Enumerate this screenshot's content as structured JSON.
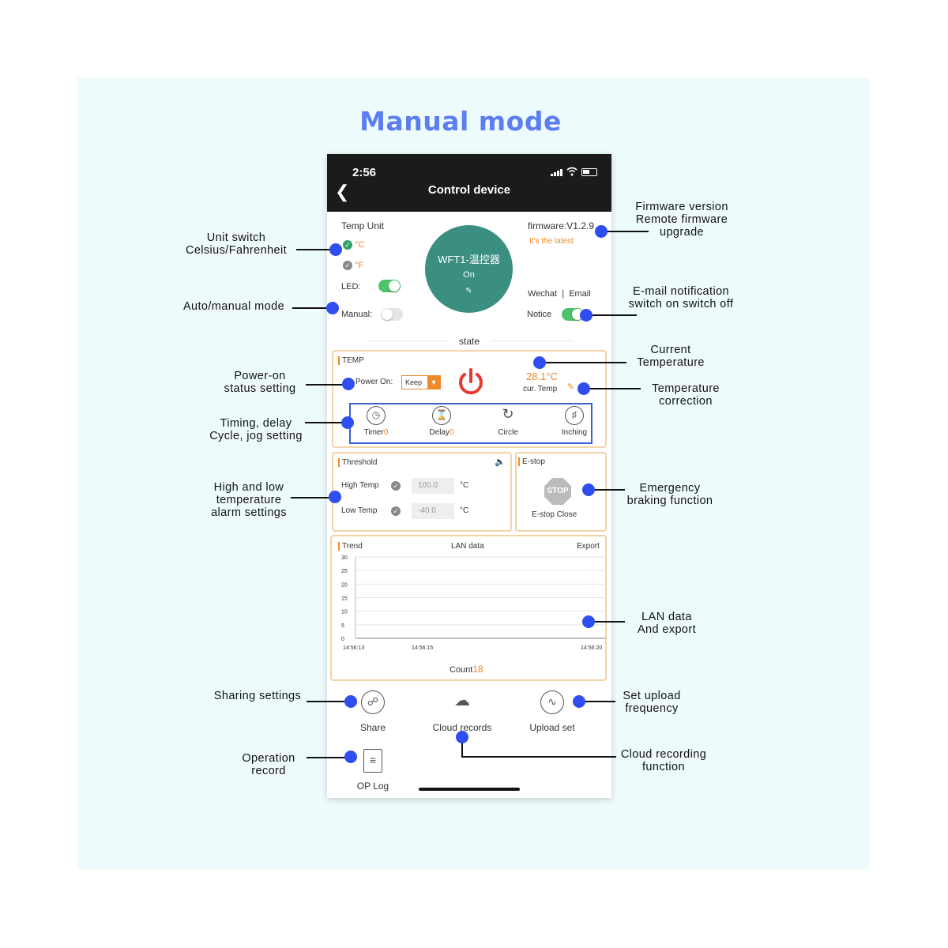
{
  "title": "Manual mode",
  "status_bar": {
    "time": "2:56"
  },
  "nav": {
    "title": "Control device"
  },
  "settings": {
    "temp_unit_label": "Temp Unit",
    "celsius": "°C",
    "fahrenheit": "°F",
    "led_label": "LED:",
    "led_on": true,
    "manual_label": "Manual:",
    "manual_on": false,
    "firmware": "firmware:V1.2.9",
    "firmware_status": "It's the latest",
    "wechat": "Wechat",
    "email": "Email",
    "notice_label": "Notice",
    "notice_on": true
  },
  "device": {
    "name": "WFT1-温控器",
    "state": "On",
    "state_label": "state"
  },
  "temp_panel": {
    "label": "TEMP",
    "power_on_label": "Power On:",
    "power_on_value": "Keep",
    "current_temp": "28.1°C",
    "cur_temp_label": "cur. Temp",
    "modes": [
      {
        "label": "Timer",
        "count": "0"
      },
      {
        "label": "Delay",
        "count": "0"
      },
      {
        "label": "Circle",
        "count": ""
      },
      {
        "label": "Inching",
        "count": ""
      }
    ]
  },
  "threshold": {
    "label": "Threshold",
    "high_label": "High Temp",
    "high_value": "100.0",
    "low_label": "Low  Temp",
    "low_value": "-40.0",
    "unit": "°C"
  },
  "estop": {
    "label": "E-stop",
    "sign": "STOP",
    "status": "E-stop Close"
  },
  "trend": {
    "label": "Trend",
    "center": "LAN data",
    "export": "Export",
    "count_label": "Count",
    "count_value": "18"
  },
  "chart_data": {
    "type": "line",
    "yticks": [
      "30",
      "25",
      "20",
      "15",
      "10",
      "5",
      "0"
    ],
    "xticks": [
      "14:56:13",
      "14:56:15",
      "14:56:20"
    ],
    "ylim": [
      0,
      30
    ],
    "grid": true,
    "series": [
      {
        "values": [
          0,
          0,
          0
        ]
      }
    ]
  },
  "bottom": {
    "share": "Share",
    "cloud": "Cloud records",
    "upload": "Upload set",
    "oplog": "OP Log"
  },
  "annotations": {
    "unit_switch": [
      "Unit switch",
      "Celsius/Fahrenheit"
    ],
    "auto_manual": [
      "Auto/manual mode"
    ],
    "power_on": [
      "Power-on",
      "status setting"
    ],
    "timing": [
      "Timing, delay",
      "Cycle, jog setting"
    ],
    "alarm": [
      "High and low",
      "temperature",
      "alarm settings"
    ],
    "sharing": [
      "Sharing settings"
    ],
    "operation": [
      "Operation",
      "record"
    ],
    "firmware": [
      "Firmware version",
      "Remote firmware",
      "upgrade"
    ],
    "email": [
      "E-mail notification",
      "switch on switch off"
    ],
    "current_temp": [
      "Current",
      "Temperature"
    ],
    "temp_correction": [
      "Temperature",
      "correction"
    ],
    "emergency": [
      "Emergency",
      "braking function"
    ],
    "lan": [
      "LAN data",
      "And export"
    ],
    "upload": [
      "Set upload",
      "frequency"
    ],
    "cloud": [
      "Cloud recording",
      "function"
    ]
  },
  "colors": {
    "accent_dot": "#2f4ef0",
    "device": "#3b8f80",
    "orange": "#f08a28",
    "toggle_on": "#4cc36a",
    "mode_box": "#3b5fcc"
  }
}
